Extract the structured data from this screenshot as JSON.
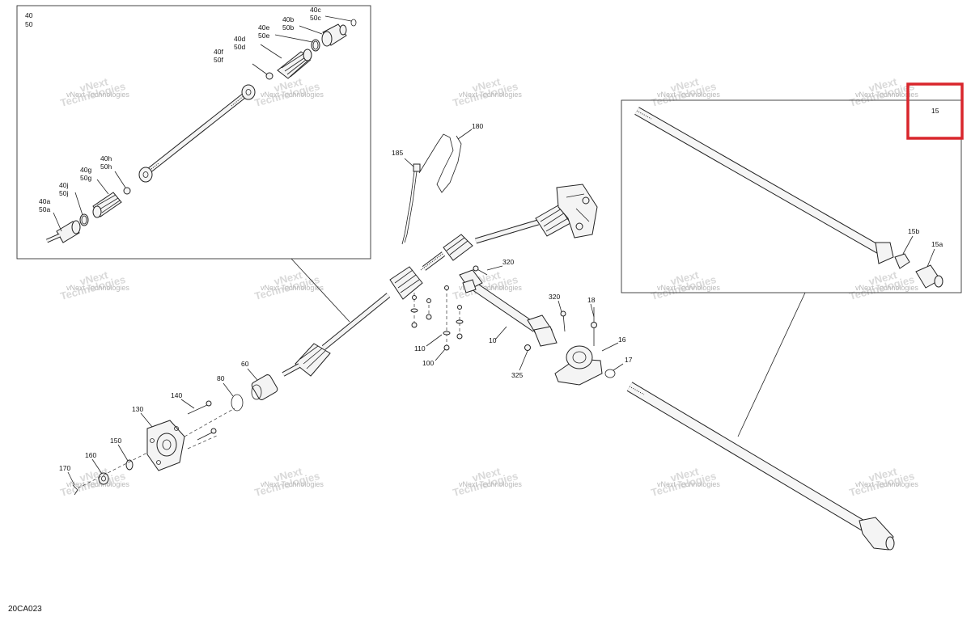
{
  "diagram_code": "20CA023",
  "watermark": {
    "line1": "vNext",
    "line2": "Technologies",
    "line_small": "vNext Technologies"
  },
  "highlight": {
    "color": "#d9262c",
    "label": "15"
  },
  "callouts": {
    "c40": "40",
    "c50": "50",
    "c40c": "40c",
    "c50c": "50c",
    "c40b": "40b",
    "c50b": "50b",
    "c40e": "40e",
    "c50e": "50e",
    "c40d": "40d",
    "c50d": "50d",
    "c40f": "40f",
    "c50f": "50f",
    "c40h": "40h",
    "c50h": "50h",
    "c40g": "40g",
    "c50g": "50g",
    "c40j": "40j",
    "c50j": "50j",
    "c40a": "40a",
    "c50a": "50a",
    "c180": "180",
    "c185": "185",
    "c15b": "15b",
    "c15a": "15a",
    "c320a": "320",
    "c320b": "320",
    "c18": "18",
    "c16": "16",
    "c17": "17",
    "c10": "10",
    "c325": "325",
    "c110": "110",
    "c100": "100",
    "c60": "60",
    "c80": "80",
    "c140": "140",
    "c130": "130",
    "c150": "150",
    "c160": "160",
    "c170": "170"
  }
}
